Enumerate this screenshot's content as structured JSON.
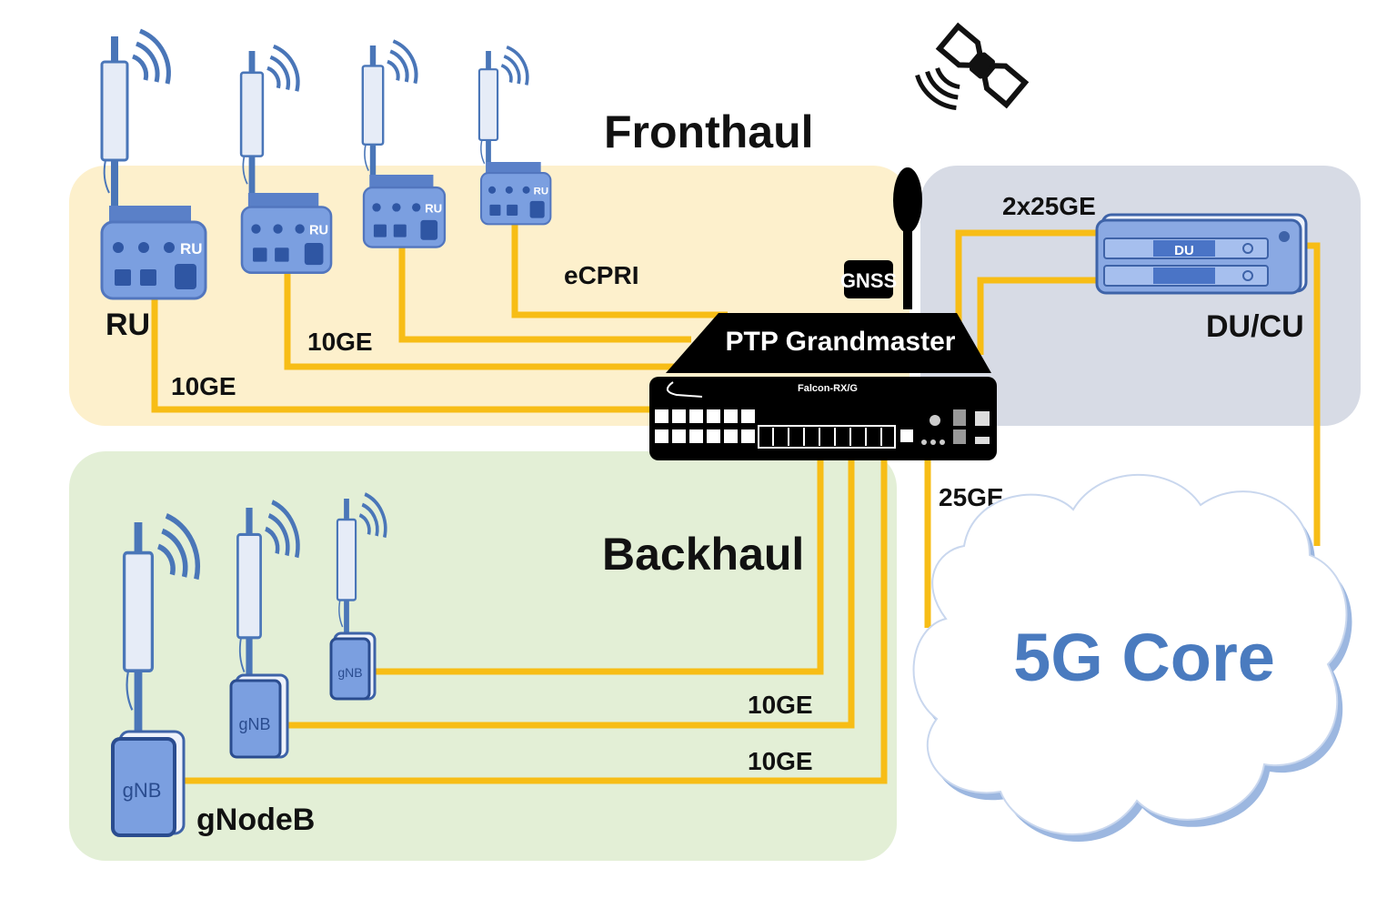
{
  "diagram": {
    "sections": {
      "fronthaul": {
        "title": "Fronthaul",
        "background": "#fdf0cc"
      },
      "backhaul": {
        "title": "Backhaul",
        "background": "#e3efd6"
      },
      "ducu_zone": {
        "background": "#d7dbe5"
      }
    },
    "devices": {
      "ru_badge": "RU",
      "ru_label": "RU",
      "gnb_badge": "gNB",
      "gnb_label": "gNodeB",
      "du_badge": "DU",
      "du_cu_label": "DU/CU",
      "grandmaster_title": "PTP Grandmaster",
      "grandmaster_model": "Falcon-RX/G",
      "gnss_label": "GNSS",
      "core_label": "5G Core"
    },
    "links": {
      "ru1": "10GE",
      "ru2": "10GE",
      "ru4": "eCPRI",
      "du": "2x25GE",
      "core": "25GE",
      "gnb2": "10GE",
      "gnb1": "10GE"
    },
    "colors": {
      "link": "#f7bd16",
      "device_blue": "#7b9fe0",
      "device_border": "#3e63a8",
      "core_text": "#4a7bbf"
    }
  }
}
